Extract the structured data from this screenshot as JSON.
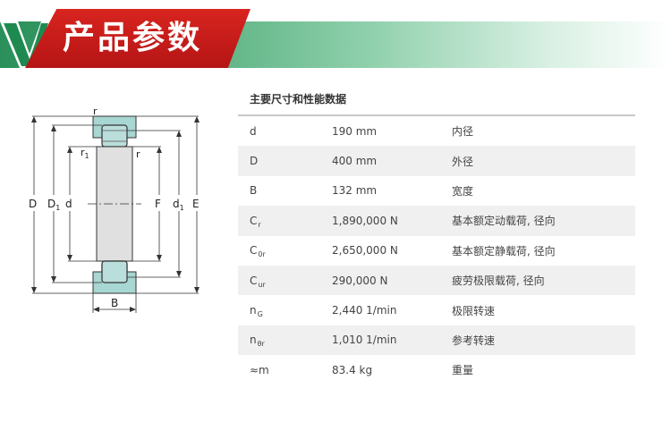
{
  "header": {
    "title": "产品参数"
  },
  "diagram": {
    "labels": {
      "r_top": "r",
      "r1": "r",
      "r1_sub": "1",
      "r_inner": "r",
      "D": "D",
      "D1": "D",
      "D1_sub": "1",
      "d": "d",
      "F": "F",
      "d1": "d",
      "d1_sub": "1",
      "E": "E",
      "B": "B"
    }
  },
  "spec": {
    "title": "主要尺寸和性能数据",
    "rows": [
      {
        "sym": "d",
        "sub": "",
        "value": "190 mm",
        "desc": "内径"
      },
      {
        "sym": "D",
        "sub": "",
        "value": "400 mm",
        "desc": "外径"
      },
      {
        "sym": "B",
        "sub": "",
        "value": "132 mm",
        "desc": "宽度"
      },
      {
        "sym": "C",
        "sub": "r",
        "value": "1,890,000 N",
        "desc": "基本额定动载荷, 径向"
      },
      {
        "sym": "C",
        "sub": "0r",
        "value": "2,650,000 N",
        "desc": "基本额定静载荷, 径向"
      },
      {
        "sym": "C",
        "sub": "ur",
        "value": "290,000 N",
        "desc": "疲劳极限载荷, 径向"
      },
      {
        "sym": "n",
        "sub": "G",
        "value": "2,440 1/min",
        "desc": "极限转速"
      },
      {
        "sym": "n",
        "sub": "θr",
        "value": "1,010 1/min",
        "desc": "参考转速"
      },
      {
        "sym": "≈m",
        "sub": "",
        "value": "83.4 kg",
        "desc": "重量"
      }
    ]
  }
}
